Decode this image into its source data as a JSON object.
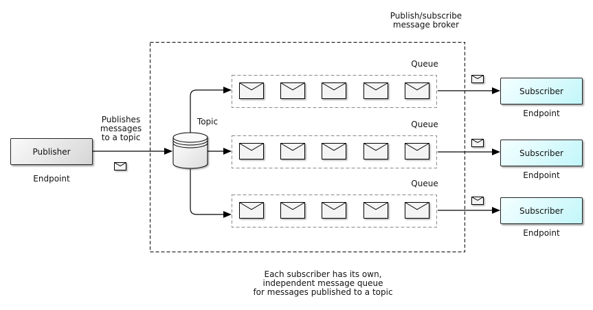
{
  "broker": {
    "title_line1": "Publish/subscribe",
    "title_line2": "message broker"
  },
  "publisher": {
    "label": "Publisher",
    "role": "Endpoint"
  },
  "publish_edge": {
    "line1": "Publishes",
    "line2": "messages",
    "line3": "to a topic",
    "icon": "envelope-icon"
  },
  "topic": {
    "label": "Topic",
    "icon": "database-cylinder-icon"
  },
  "queues": [
    {
      "label": "Queue",
      "messages": 5
    },
    {
      "label": "Queue",
      "messages": 5
    },
    {
      "label": "Queue",
      "messages": 5
    }
  ],
  "subscribers": [
    {
      "label": "Subscriber",
      "role": "Endpoint"
    },
    {
      "label": "Subscriber",
      "role": "Endpoint"
    },
    {
      "label": "Subscriber",
      "role": "Endpoint"
    }
  ],
  "footnote": {
    "line1": "Each subscriber has its own,",
    "line2": "independent message queue",
    "line3": "for messages published to a topic"
  }
}
